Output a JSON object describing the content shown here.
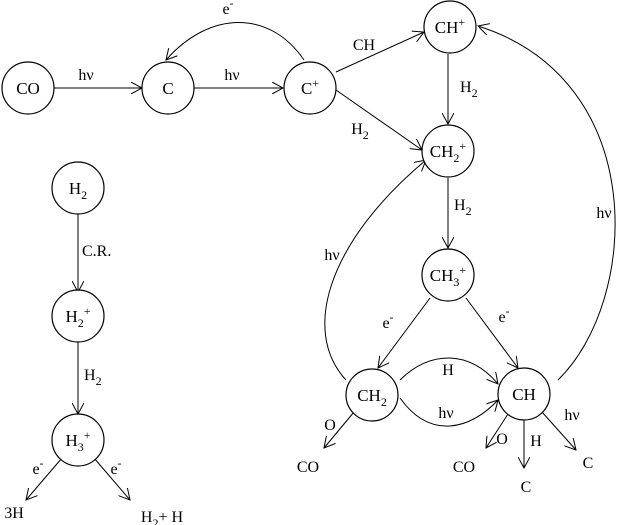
{
  "nodes": [
    {
      "id": "co",
      "parts": [
        [
          "CO",
          ""
        ]
      ]
    },
    {
      "id": "c",
      "parts": [
        [
          "C",
          ""
        ]
      ]
    },
    {
      "id": "cplus",
      "parts": [
        [
          "C",
          ""
        ],
        [
          "+",
          "sup"
        ]
      ]
    },
    {
      "id": "chp",
      "parts": [
        [
          "CH",
          ""
        ],
        [
          "+",
          "sup"
        ]
      ]
    },
    {
      "id": "ch2p",
      "parts": [
        [
          "CH",
          ""
        ],
        [
          "2",
          "sub"
        ],
        [
          "+",
          "sup"
        ]
      ]
    },
    {
      "id": "ch3p",
      "parts": [
        [
          "CH",
          ""
        ],
        [
          "3",
          "sub"
        ],
        [
          "+",
          "sup"
        ]
      ]
    },
    {
      "id": "ch2",
      "parts": [
        [
          "CH",
          ""
        ],
        [
          "2",
          "sub"
        ]
      ]
    },
    {
      "id": "ch",
      "parts": [
        [
          "CH",
          ""
        ]
      ]
    },
    {
      "id": "h2",
      "parts": [
        [
          "H",
          ""
        ],
        [
          "2",
          "sub"
        ]
      ]
    },
    {
      "id": "h2p",
      "parts": [
        [
          "H",
          ""
        ],
        [
          "2",
          "sub"
        ],
        [
          "+",
          "sup"
        ]
      ]
    },
    {
      "id": "h3p",
      "parts": [
        [
          "H",
          ""
        ],
        [
          "3",
          "sub"
        ],
        [
          "+",
          "sup"
        ]
      ]
    }
  ],
  "edge_labels": [
    {
      "id": "co-c",
      "parts": [
        [
          "hν",
          ""
        ]
      ]
    },
    {
      "id": "c-cplus",
      "parts": [
        [
          "hν",
          ""
        ]
      ]
    },
    {
      "id": "cplus-c",
      "parts": [
        [
          "e",
          ""
        ],
        [
          "-",
          "sup"
        ]
      ]
    },
    {
      "id": "cplus-chp",
      "parts": [
        [
          "CH",
          ""
        ]
      ]
    },
    {
      "id": "cplus-ch2p",
      "parts": [
        [
          "H",
          ""
        ],
        [
          "2",
          "sub"
        ]
      ]
    },
    {
      "id": "chp-ch2p",
      "parts": [
        [
          "H",
          ""
        ],
        [
          "2",
          "sub"
        ]
      ]
    },
    {
      "id": "ch2p-ch3p",
      "parts": [
        [
          "H",
          ""
        ],
        [
          "2",
          "sub"
        ]
      ]
    },
    {
      "id": "ch3p-ch2",
      "parts": [
        [
          "e",
          ""
        ],
        [
          "-",
          "sup"
        ]
      ]
    },
    {
      "id": "ch3p-ch",
      "parts": [
        [
          "e",
          ""
        ],
        [
          "-",
          "sup"
        ]
      ]
    },
    {
      "id": "ch2-ch2p",
      "parts": [
        [
          "hν",
          ""
        ]
      ]
    },
    {
      "id": "ch-chp",
      "parts": [
        [
          "hν",
          ""
        ]
      ]
    },
    {
      "id": "ch2-ch-h",
      "parts": [
        [
          "H",
          ""
        ]
      ]
    },
    {
      "id": "ch2-ch-hv",
      "parts": [
        [
          "hν",
          ""
        ]
      ]
    },
    {
      "id": "ch2-o",
      "parts": [
        [
          "O",
          ""
        ]
      ]
    },
    {
      "id": "ch2-co",
      "parts": [
        [
          "CO",
          ""
        ]
      ]
    },
    {
      "id": "ch-o",
      "parts": [
        [
          "O",
          ""
        ]
      ]
    },
    {
      "id": "ch-co",
      "parts": [
        [
          "CO",
          ""
        ]
      ]
    },
    {
      "id": "ch-h",
      "parts": [
        [
          "H",
          ""
        ]
      ]
    },
    {
      "id": "ch-c1",
      "parts": [
        [
          "C",
          ""
        ]
      ]
    },
    {
      "id": "ch-hv",
      "parts": [
        [
          "hν",
          ""
        ]
      ]
    },
    {
      "id": "ch-c2",
      "parts": [
        [
          "C",
          ""
        ]
      ]
    },
    {
      "id": "h2-h2p",
      "parts": [
        [
          "C.R.",
          ""
        ]
      ]
    },
    {
      "id": "h2p-h3p",
      "parts": [
        [
          "H",
          ""
        ],
        [
          "2",
          "sub"
        ]
      ]
    },
    {
      "id": "h3p-e1",
      "parts": [
        [
          "e",
          ""
        ],
        [
          "-",
          "sup"
        ]
      ]
    },
    {
      "id": "h3p-3h",
      "parts": [
        [
          "3H",
          ""
        ]
      ]
    },
    {
      "id": "h3p-e2",
      "parts": [
        [
          "e",
          ""
        ],
        [
          "-",
          "sup"
        ]
      ]
    },
    {
      "id": "h3p-h2h",
      "parts": [
        [
          "H",
          ""
        ],
        [
          "2",
          "sub"
        ],
        [
          "+ H",
          ""
        ]
      ]
    }
  ]
}
